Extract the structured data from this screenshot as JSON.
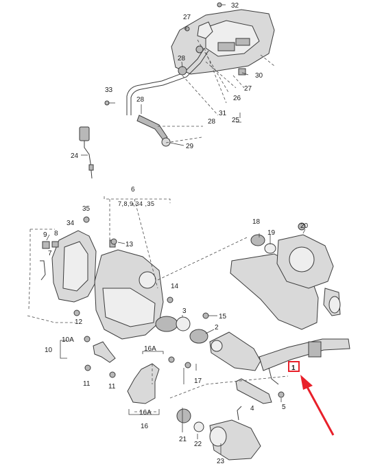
{
  "labels": {
    "l1": "1",
    "l2": "2",
    "l3": "3",
    "l4": "4",
    "l5": "5",
    "l6": "6",
    "l6sub": "7,8,9,34 ,35",
    "l7": "7",
    "l8": "8",
    "l9": "9",
    "l10": "10",
    "l10a": "10A",
    "l11a": "11",
    "l11b": "11",
    "l12": "12",
    "l13": "13",
    "l14": "14",
    "l15": "15",
    "l16": "16",
    "l16a_top": "16A",
    "l16a_bot": "16A",
    "l17": "17",
    "l18": "18",
    "l19": "19",
    "l20": "20",
    "l21": "21",
    "l22": "22",
    "l23": "23",
    "l24": "24",
    "l25": "25",
    "l26": "26",
    "l27a": "27",
    "l27b": "27",
    "l28a": "28",
    "l28b": "28",
    "l28c": "28",
    "l29": "29",
    "l30": "30",
    "l31": "31",
    "l32": "32",
    "l33": "33",
    "l34": "34",
    "l35": "35"
  },
  "colors": {
    "highlight": "#e8202a",
    "line": "#3a3a3a",
    "part_fill": "#d9d9d9"
  }
}
